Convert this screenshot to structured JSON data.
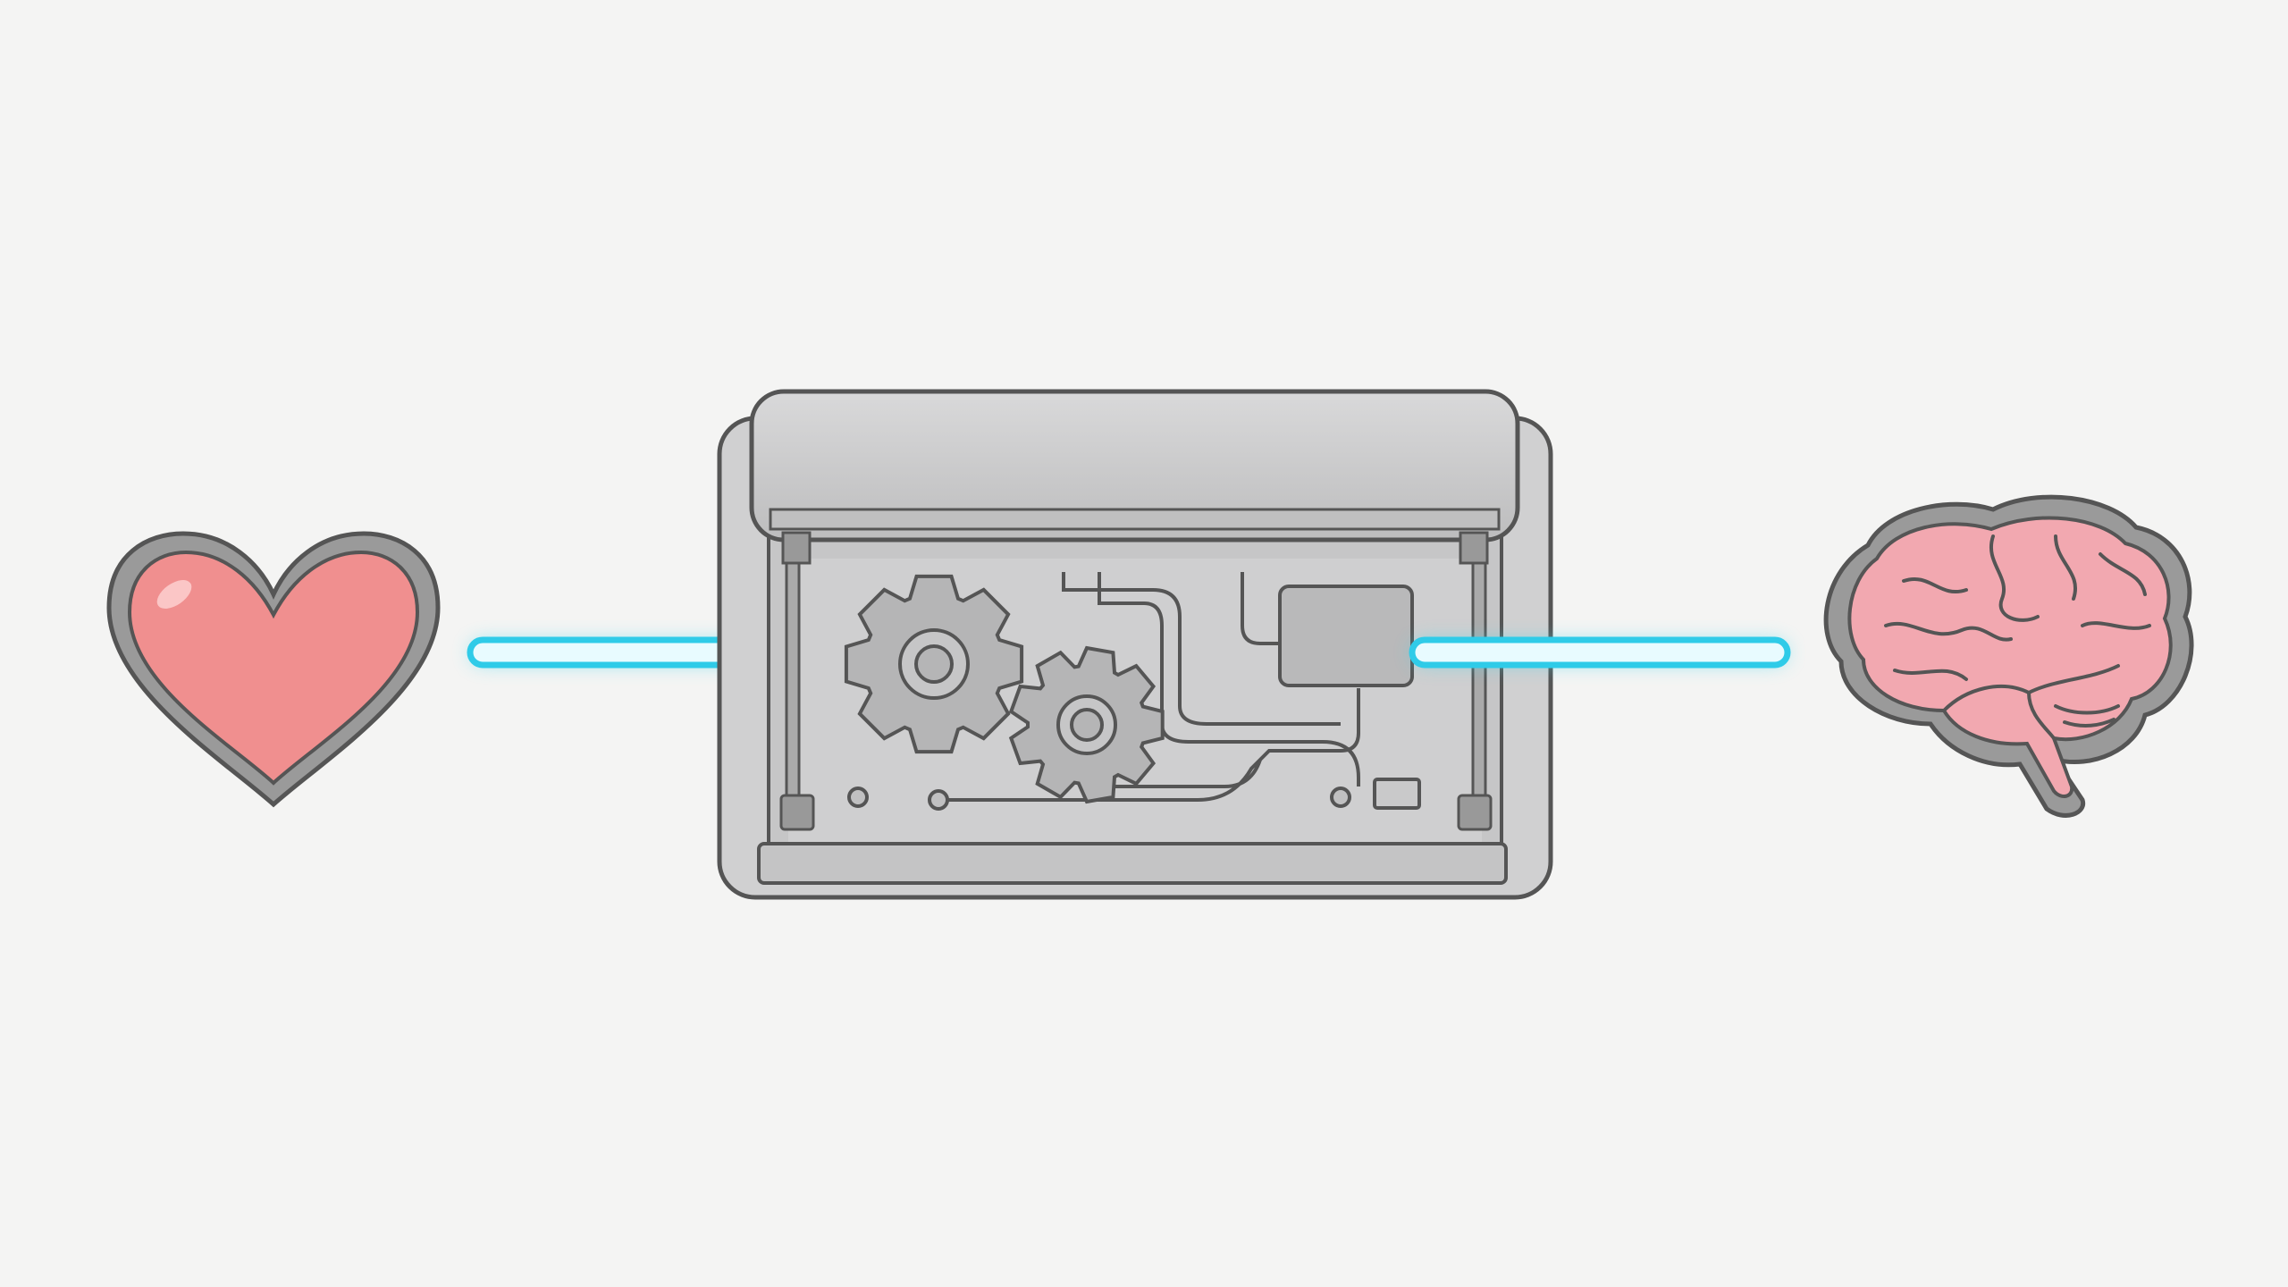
{
  "illustration": {
    "elements": [
      {
        "name": "heart-icon",
        "color": "#f08f8f"
      },
      {
        "name": "connector-beam-left",
        "color": "#3fd6ef"
      },
      {
        "name": "machine-box",
        "color": "#c9c9ca"
      },
      {
        "name": "gear-icon-large",
        "color": "#b5b5b6"
      },
      {
        "name": "gear-icon-small",
        "color": "#b5b5b6"
      },
      {
        "name": "chip-icon",
        "color": "#b9b9ba"
      },
      {
        "name": "connector-beam-right",
        "color": "#3fd6ef"
      },
      {
        "name": "brain-icon",
        "color": "#f2a8b0"
      }
    ],
    "colors": {
      "background": "#f4f4f3",
      "outline": "#555555",
      "beam": "#3fd6ef",
      "heart": "#f08f8f",
      "brain": "#f2a8b0",
      "metal": "#c9c9ca"
    }
  }
}
